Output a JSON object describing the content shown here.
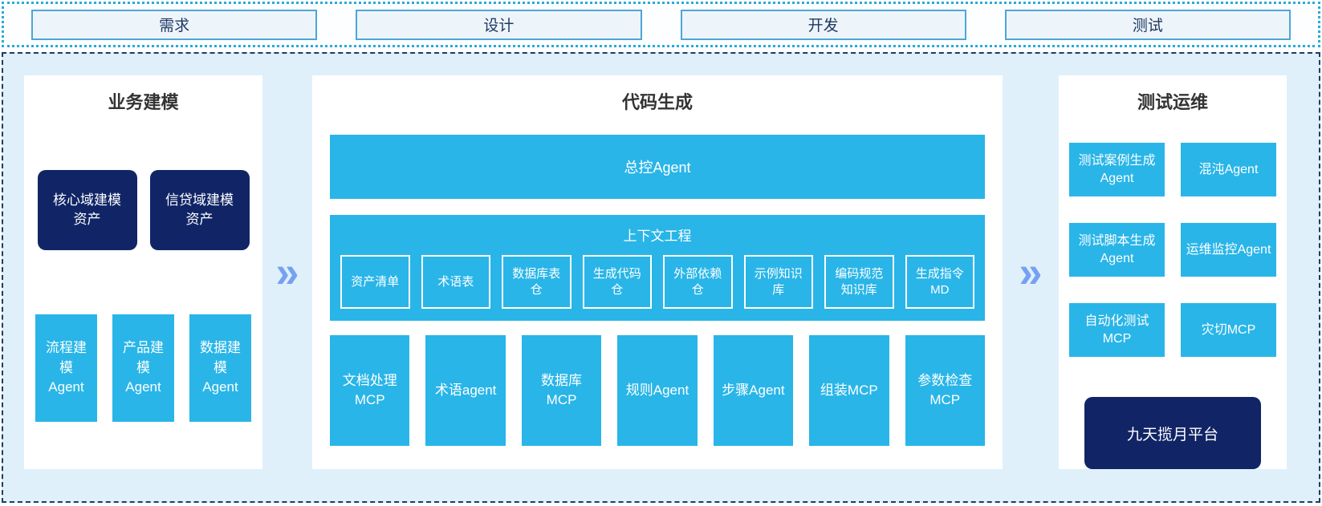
{
  "phases": [
    "需求",
    "设计",
    "开发",
    "测试"
  ],
  "arrow": {
    "glyph": "»"
  },
  "panels": {
    "business": {
      "title": "业务建模",
      "assets": [
        "核心域建模资产",
        "信贷域建模资产"
      ],
      "agents": [
        "流程建模Agent",
        "产品建模Agent",
        "数据建模Agent"
      ]
    },
    "codegen": {
      "title": "代码生成",
      "master_agent": "总控Agent",
      "context": {
        "title": "上下文工程",
        "items": [
          "资产清单",
          "术语表",
          "数据库表仓",
          "生成代码仓",
          "外部依赖仓",
          "示例知识库",
          "编码规范知识库",
          "生成指令MD"
        ]
      },
      "tools": [
        "文档处理MCP",
        "术语agent",
        "数据库MCP",
        "规则Agent",
        "步骤Agent",
        "组装MCP",
        "参数检查MCP"
      ]
    },
    "testops": {
      "title": "测试运维",
      "boxes": [
        "测试案例生成Agent",
        "混沌Agent",
        "测试脚本生成Agent",
        "运维监控Agent",
        "自动化测试MCP",
        "灾切MCP"
      ],
      "platform": "九天揽月平台"
    }
  },
  "colors": {
    "cyan": "#29b5e8",
    "navy": "#112566",
    "canvas_bg": "#dff0fa",
    "strip_border": "#2baad8",
    "main_border": "#1d3e5e",
    "phase_box_border": "#4da6d6",
    "phase_text": "#1f3864",
    "chevron": "#76a1f2"
  }
}
